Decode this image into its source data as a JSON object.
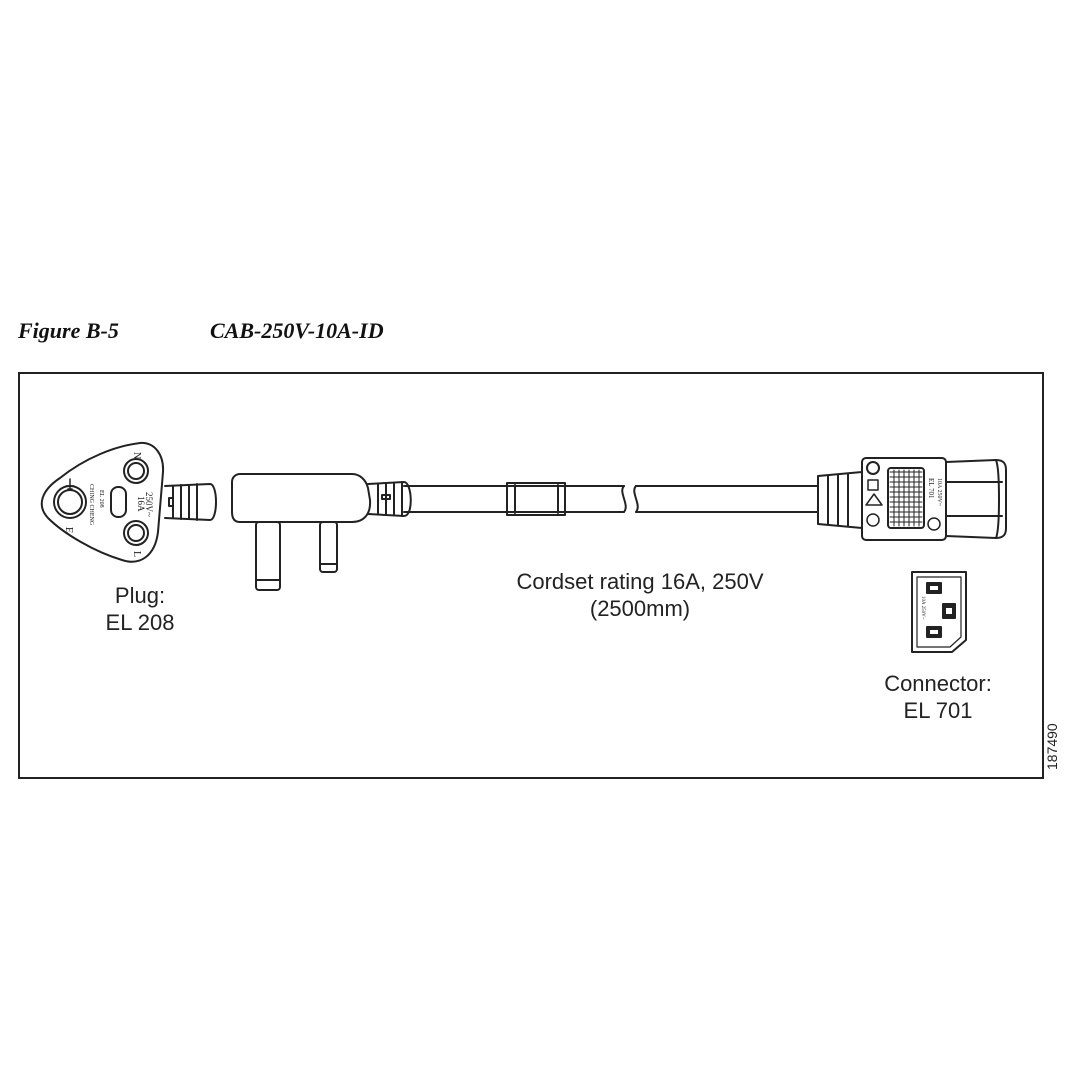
{
  "figure": {
    "number": "Figure B-5",
    "title": "CAB-250V-10A-ID",
    "id": "187490"
  },
  "plug": {
    "label": "Plug:",
    "model": "EL 208",
    "face_markings": {
      "pin_e": "E",
      "pin_l": "L",
      "pin_n": "N",
      "rating_a": "16A",
      "rating_v": "250V~",
      "brand": "CHING CHENG",
      "model": "EL 208"
    }
  },
  "cord": {
    "rating": "Cordset rating 16A, 250V",
    "length": "(2500mm)"
  },
  "connector": {
    "label": "Connector:",
    "model": "EL 701",
    "body_markings": {
      "model": "EL 701",
      "rating": "10A 250V~"
    }
  },
  "colors": {
    "line": "#222222",
    "background": "#ffffff"
  }
}
